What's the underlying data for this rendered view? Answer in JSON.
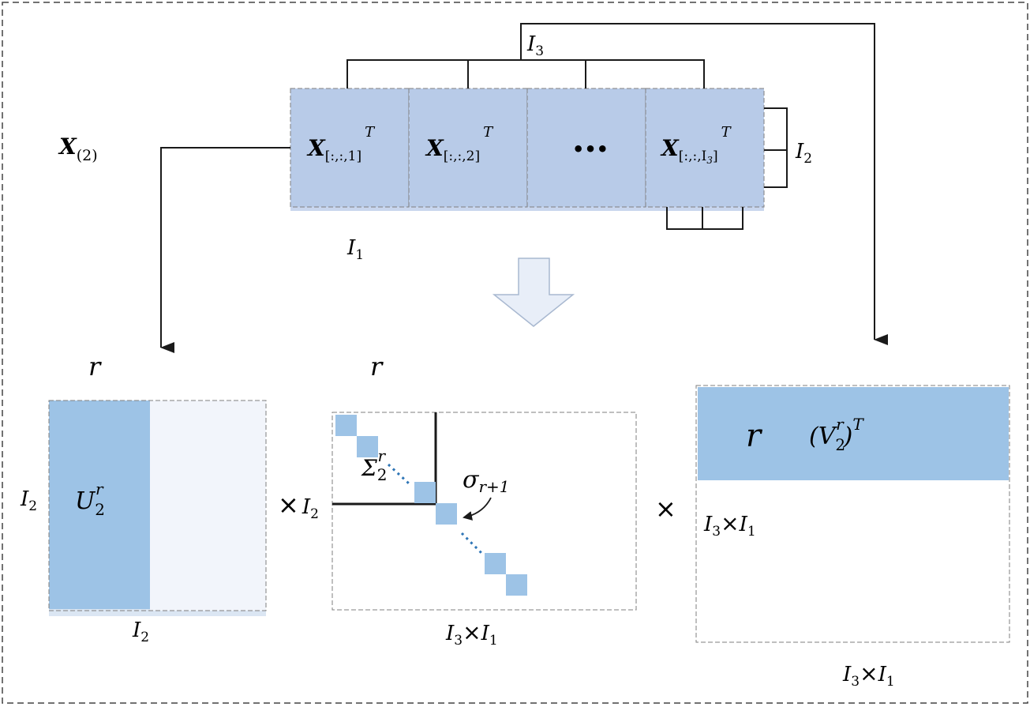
{
  "unfold": {
    "matrix_label": "X",
    "matrix_label_sub": "(2)",
    "dim_top": "I",
    "dim_top_sub": "3",
    "dim_right": "I",
    "dim_right_sub": "2",
    "dim_bottom": "I",
    "dim_bottom_sub": "1",
    "blocks": [
      {
        "main": "X",
        "sub": "[:,:,1]",
        "sup": "T"
      },
      {
        "main": "X",
        "sub": "[:,:,2]",
        "sup": "T"
      },
      {
        "ellipsis": "•••"
      },
      {
        "main": "X",
        "sub": "[:,:,I",
        "sub2": "3",
        "sub_close": "]",
        "sup": "T"
      }
    ]
  },
  "u_matrix": {
    "rank": "r",
    "label": "U",
    "label_sub": "2",
    "label_sup": "r",
    "rows": "I",
    "rows_sub": "2",
    "cols": "I",
    "cols_sub": "2"
  },
  "op_times_1": "×",
  "op_i2": "I",
  "op_i2_sub": "2",
  "sigma_matrix": {
    "rank": "r",
    "label": "Σ",
    "label_sub": "2",
    "label_sup": "r",
    "sigma": "σ",
    "sigma_sub": "r+1",
    "dims": "I",
    "dims_sub": "3",
    "dims_times": "×",
    "dims2": "I",
    "dims2_sub": "1"
  },
  "op_times_2": "×",
  "v_matrix": {
    "rank": "r",
    "label": "(V",
    "label_sub": "2",
    "label_sup": "r",
    "label_close": ")",
    "label_T": "T",
    "inner": "I",
    "inner_sub": "3",
    "inner_times": "×",
    "inner2": "I",
    "inner2_sub": "1",
    "outer": "I",
    "outer_sub": "3",
    "outer_times": "×",
    "outer2": "I",
    "outer2_sub": "1"
  },
  "colors": {
    "block_fill": "#b8cbe8",
    "u_fill": "#9dc3e6",
    "u_light": "#f2f5fb",
    "line": "#1a1a1a",
    "dash": "#7f7f7f",
    "dotted": "#2e75b6"
  }
}
